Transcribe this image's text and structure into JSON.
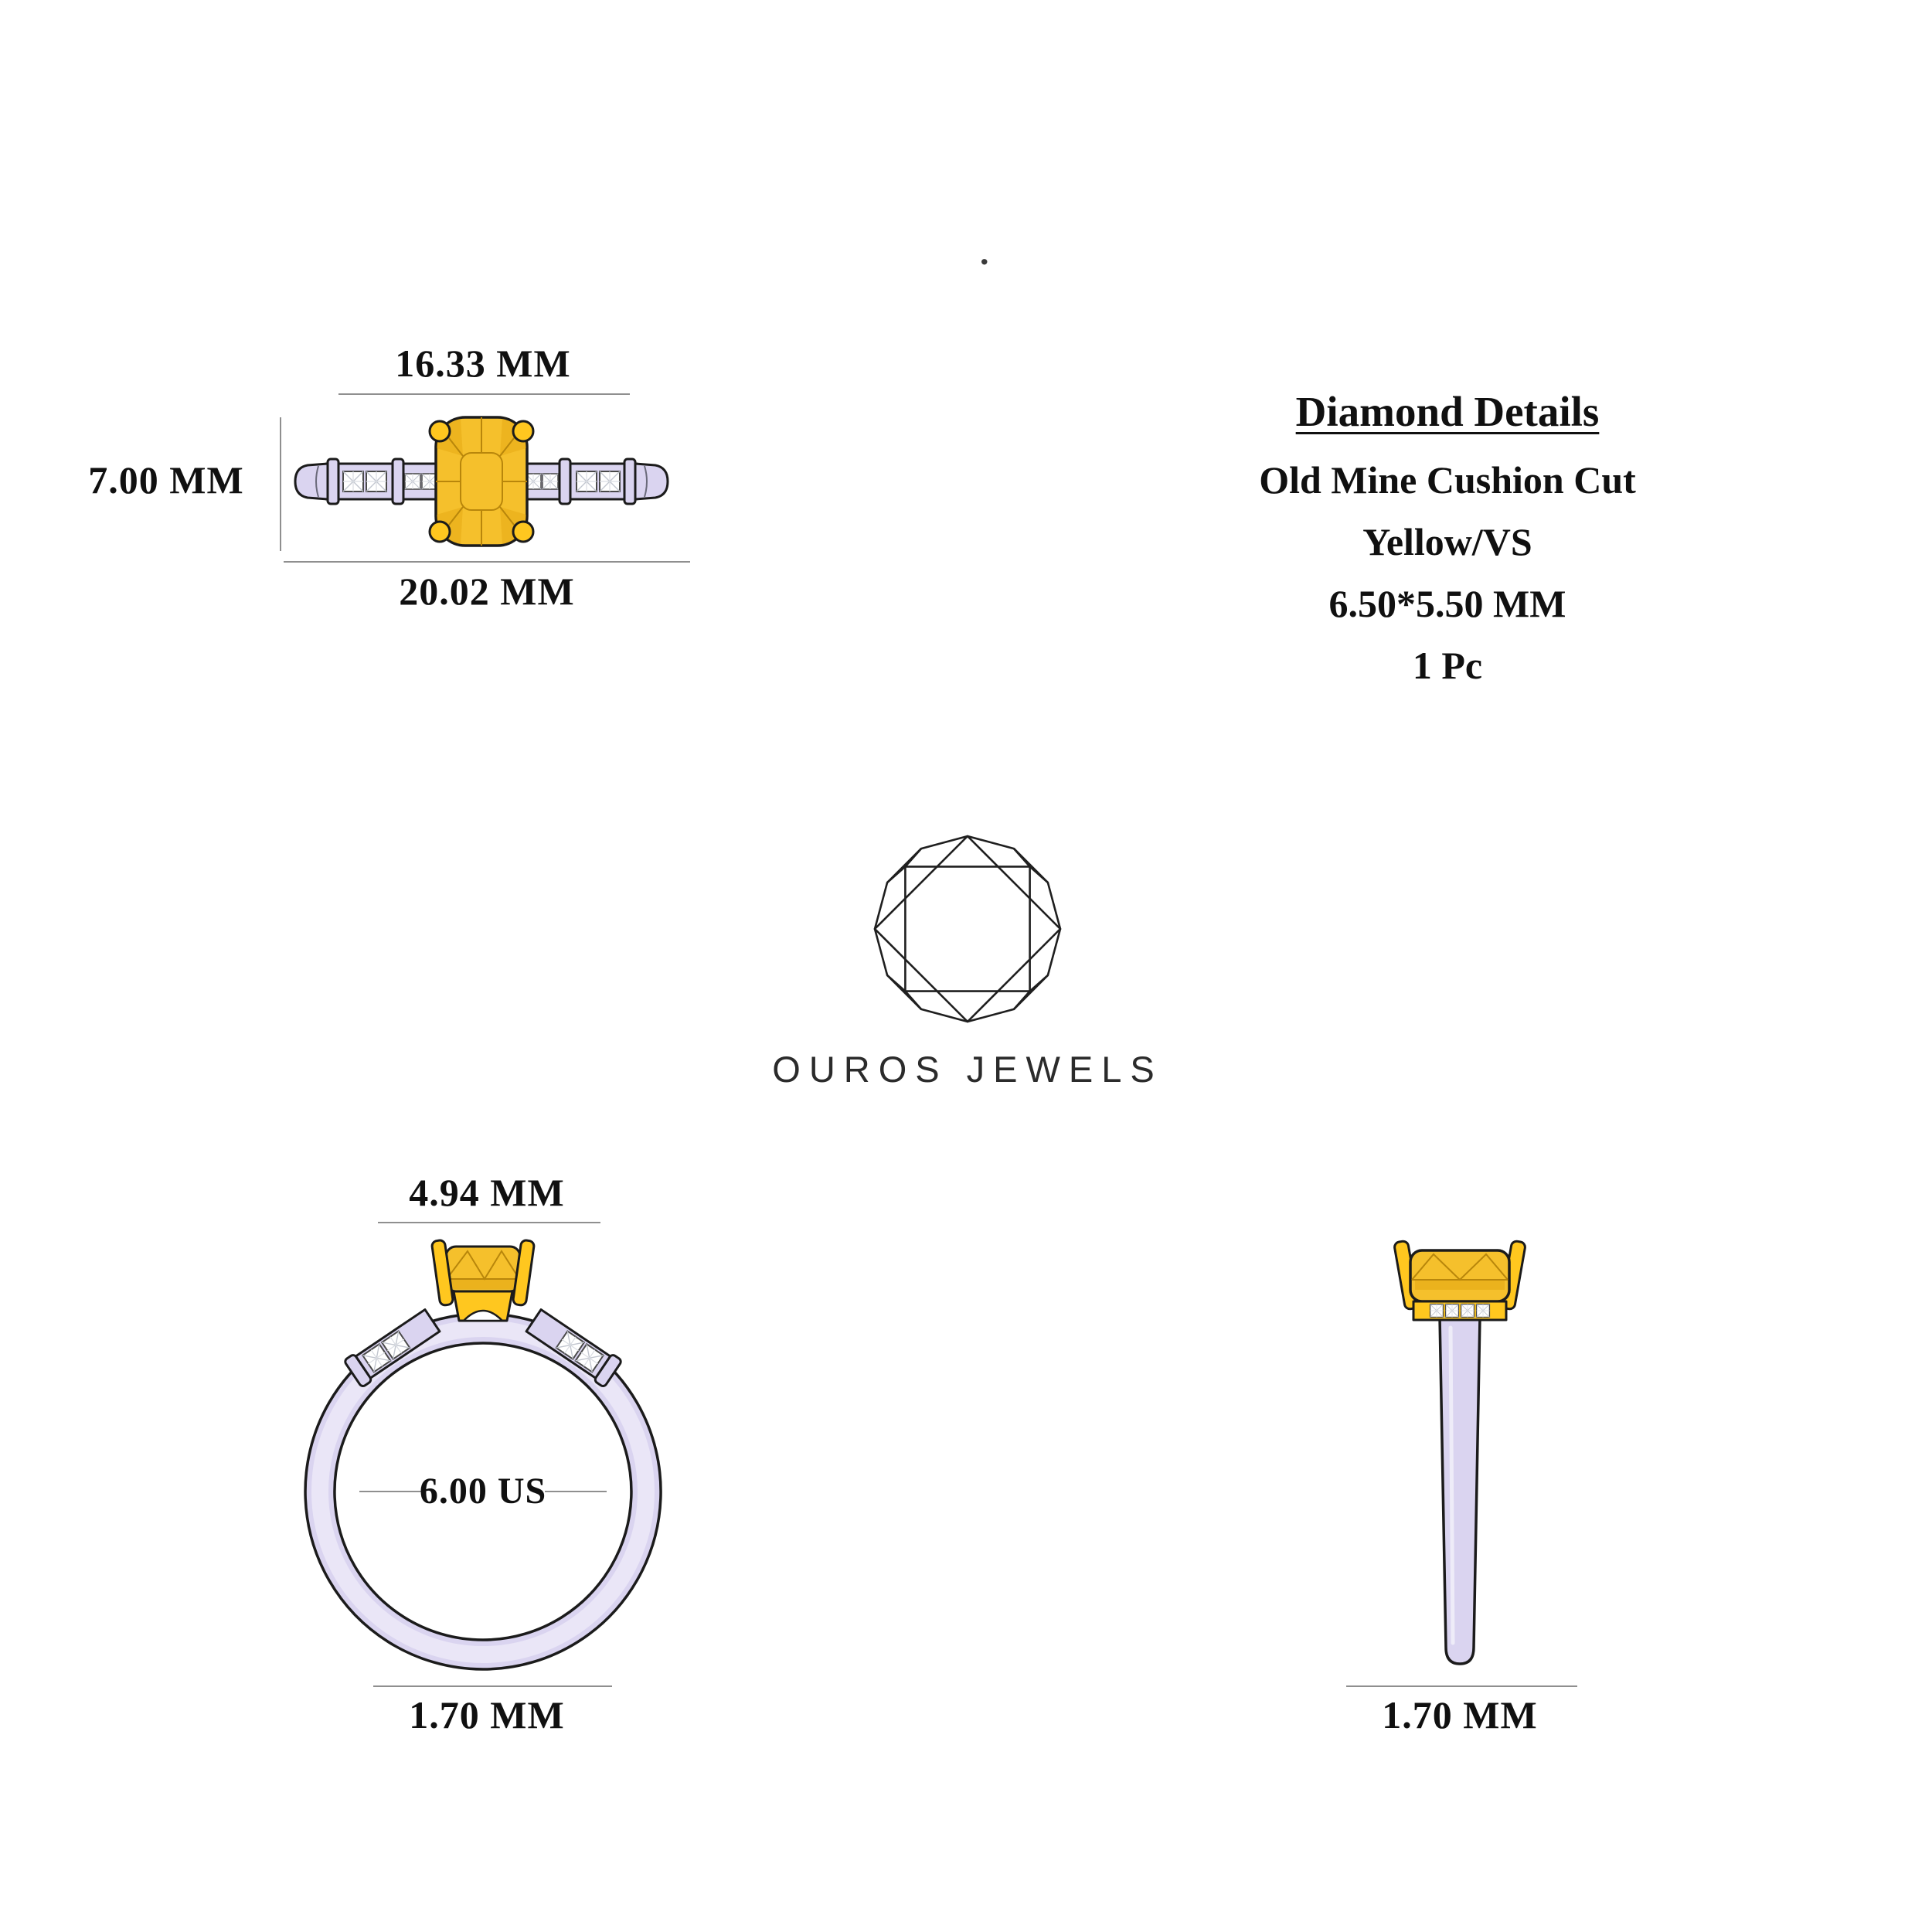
{
  "header_dot": ".",
  "brand": {
    "name": "OUROS JEWELS"
  },
  "diamond_details": {
    "title": "Diamond Details",
    "lines": [
      "Old Mine Cushion Cut",
      "Yellow/VS",
      "6.50*5.50 MM",
      "1 Pc"
    ]
  },
  "measurements": {
    "top_view": {
      "width": "16.33 MM",
      "height": "7.00 MM",
      "length": "20.02 MM"
    },
    "front_view": {
      "head_width": "4.94 MM",
      "ring_size": "6.00 US",
      "band_thickness": "1.70 MM"
    },
    "side_view": {
      "band_thickness": "1.70 MM"
    }
  },
  "colors": {
    "ink": "#1b1b1b",
    "text": "#101010",
    "lavender": "#dad4f0",
    "lavender-light": "#efecfa",
    "gold": "#ffc71f",
    "stone": "#f5c02c",
    "stone-light": "#fce388",
    "stone-dark": "#dfa10a",
    "stone-line": "#b8860b",
    "dim-line": "#8f8f8f"
  }
}
